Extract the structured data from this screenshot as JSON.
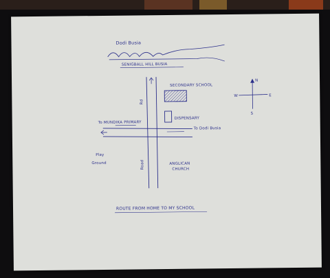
{
  "colors": {
    "ink": "#2a2e8a",
    "paper": "#dedfdb",
    "background": "#0e0d0f"
  },
  "title": "Dodi Busia",
  "hills_label": "SENIGBALL HILL BUSIA",
  "labels": {
    "secondary_school": "SECONDARY SCHOOL",
    "dispensary": "DISPENSARY",
    "to_mundika_primary": "To MUNDIKA PRIMARY",
    "to_dodi_busia": "To Dodi Busia",
    "road_top": "Rd",
    "road_bottom": "Road",
    "play_ground": "Play Ground",
    "anglican_church": "ANGLICAN CHURCH",
    "footer": "ROUTE FROM HOME TO MY SCHOOL"
  },
  "compass": {
    "north": "N",
    "south": "S",
    "east": "E",
    "west": "W"
  }
}
